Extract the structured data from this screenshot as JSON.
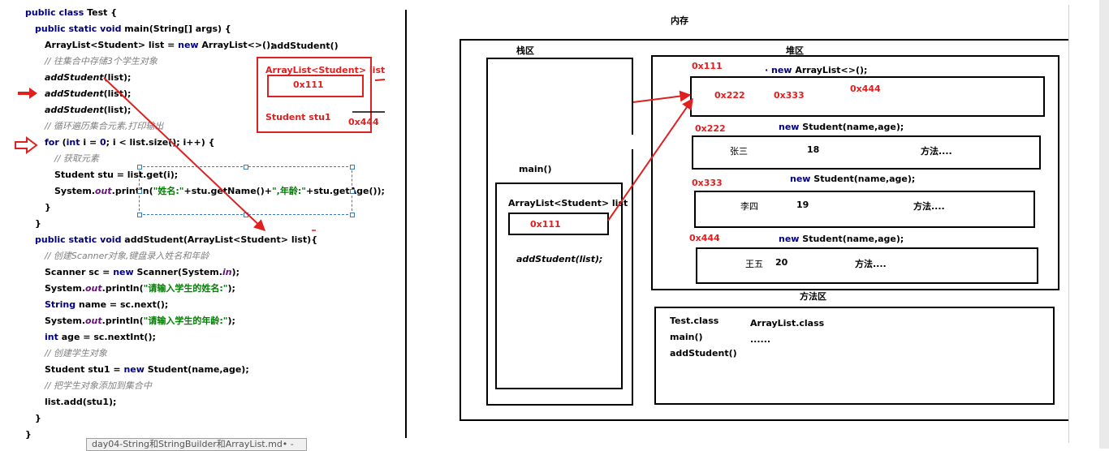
{
  "code_lines": [
    [
      [
        "kw",
        "public class "
      ],
      [
        "",
        "Test {"
      ]
    ],
    [
      [
        "kw",
        "public static void "
      ],
      [
        "",
        "main(String[] args) {"
      ]
    ],
    [
      [
        "",
        "ArrayList<Student> list = "
      ],
      [
        "kw",
        "new "
      ],
      [
        "",
        "ArrayList<>();"
      ]
    ],
    [
      [
        "cm",
        "// 往集合中存储3个学生对象"
      ]
    ],
    [
      [
        "it",
        "addStudent"
      ],
      [
        "",
        "(list);"
      ]
    ],
    [
      [
        "it",
        "addStudent"
      ],
      [
        "",
        "(list);"
      ]
    ],
    [
      [
        "it",
        "addStudent"
      ],
      [
        "",
        "(list);"
      ]
    ],
    [
      [
        "cm",
        "// 循环遍历集合元素,打印输出"
      ]
    ],
    [
      [
        "kw",
        "for "
      ],
      [
        "",
        "("
      ],
      [
        "kw",
        "int "
      ],
      [
        "",
        "i = "
      ],
      [
        "kw",
        "0"
      ],
      [
        "",
        "; i < list.size(); i++) {"
      ]
    ],
    [
      [
        "cm",
        "// 获取元素"
      ]
    ],
    [
      [
        "",
        "Student stu = list.get(i);"
      ]
    ],
    [
      [
        "",
        "System."
      ],
      [
        "fld",
        "out"
      ],
      [
        "",
        ".println("
      ],
      [
        "str",
        "\"姓名:\""
      ],
      [
        "",
        "+stu.getName()+"
      ],
      [
        "str",
        "\",年龄:\""
      ],
      [
        "",
        "+stu.getAge());"
      ]
    ],
    [
      [
        "",
        "}"
      ]
    ],
    [
      [
        "",
        "}"
      ]
    ],
    [
      [
        "kw",
        "public static void "
      ],
      [
        "",
        "addStudent(ArrayList<Student> list){"
      ]
    ],
    [
      [
        "cm",
        "// 创建Scanner对象,键盘录入姓名和年龄"
      ]
    ],
    [
      [
        "",
        "Scanner sc = "
      ],
      [
        "kw",
        "new "
      ],
      [
        "",
        "Scanner(System."
      ],
      [
        "fld",
        "in"
      ],
      [
        "",
        ");"
      ]
    ],
    [
      [
        "",
        "System."
      ],
      [
        "fld",
        "out"
      ],
      [
        "",
        ".println("
      ],
      [
        "str",
        "\"请输入学生的姓名:\""
      ],
      [
        "",
        ");"
      ]
    ],
    [
      [
        "kw",
        "String "
      ],
      [
        "",
        "name = sc.next();"
      ]
    ],
    [
      [
        "",
        "System."
      ],
      [
        "fld",
        "out"
      ],
      [
        "",
        ".println("
      ],
      [
        "str",
        "\"请输入学生的年龄:\""
      ],
      [
        "",
        ");"
      ]
    ],
    [
      [
        "kw",
        "int "
      ],
      [
        "",
        "age = sc.nextInt();"
      ]
    ],
    [
      [
        "cm",
        "// 创建学生对象"
      ]
    ],
    [
      [
        "",
        "Student stu1 = "
      ],
      [
        "kw",
        "new "
      ],
      [
        "",
        "Student(name,age);"
      ]
    ],
    [
      [
        "cm",
        "// 把学生对象添加到集合中"
      ]
    ],
    [
      [
        "",
        "list.add(stu1);"
      ]
    ],
    [
      [
        "",
        "}"
      ]
    ],
    [
      [
        "",
        "}"
      ]
    ]
  ],
  "code_indents": [
    0,
    1,
    2,
    2,
    2,
    2,
    2,
    2,
    2,
    3,
    3,
    3,
    2,
    1,
    1,
    2,
    2,
    2,
    2,
    2,
    2,
    2,
    2,
    2,
    2,
    1,
    0
  ],
  "frame": {
    "title": "addStudent()",
    "list_label": "ArrayList<Student> list",
    "list_addr": "0x111",
    "stu_label": "Student stu1",
    "stu_addr": "0x444"
  },
  "memory": {
    "title": "内存",
    "stack_title": "栈区",
    "heap_title": "堆区",
    "method_title": "方法区",
    "main_label": "main()",
    "main_list_label": "ArrayList<Student> list",
    "main_list_addr": "0x111",
    "main_call": "addStudent(list);",
    "list_obj": {
      "addr": "0x111",
      "new_kw": "new",
      "new_rest": " ArrayList<>();",
      "slot1": "0x222",
      "slot2": "0x333",
      "slot3": "0x444"
    },
    "students": [
      {
        "addr": "0x222",
        "new_kw": "new",
        "new_rest": " Student(name,age);",
        "name": "张三",
        "age": "18",
        "methods": "方法...."
      },
      {
        "addr": "0x333",
        "new_kw": "new",
        "new_rest": " Student(name,age);",
        "name": "李四",
        "age": "19",
        "methods": "方法...."
      },
      {
        "addr": "0x444",
        "new_kw": "new",
        "new_rest": " Student(name,age);",
        "name": "王五",
        "age": "20",
        "methods": "方法...."
      }
    ],
    "method_area": {
      "col1": [
        "Test.class",
        "main()",
        "addStudent()"
      ],
      "col2": [
        "ArrayList.class",
        "......"
      ]
    }
  },
  "tab_label": "day04-String和StringBuilder和ArrayList.md• -",
  "colors": {
    "accent_red": "#e02020",
    "keyword": "#000080",
    "comment": "#808080",
    "string": "#008000"
  }
}
